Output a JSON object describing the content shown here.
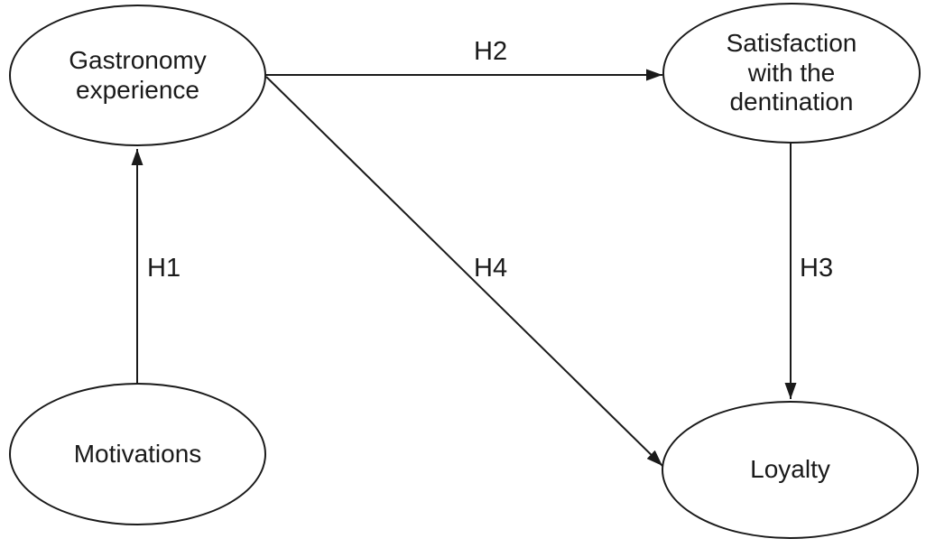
{
  "diagram": {
    "background_color": "#ffffff",
    "stroke_color": "#1a1a1a",
    "text_color": "#1a1a1a",
    "nodes": [
      {
        "id": "gastronomy",
        "label": "Gastronomy experience",
        "lines": [
          "Gastronomy",
          "experience"
        ]
      },
      {
        "id": "satisfaction",
        "label": "Satisfaction with the dentination",
        "lines": [
          "Satisfaction",
          "with the",
          "dentination"
        ]
      },
      {
        "id": "motivations",
        "label": "Motivations",
        "lines": [
          "Motivations"
        ]
      },
      {
        "id": "loyalty",
        "label": "Loyalty",
        "lines": [
          "Loyalty"
        ]
      }
    ],
    "edges": [
      {
        "id": "H1",
        "label": "H1",
        "from": "motivations",
        "to": "gastronomy",
        "direction": "up"
      },
      {
        "id": "H2",
        "label": "H2",
        "from": "gastronomy",
        "to": "satisfaction",
        "direction": "right"
      },
      {
        "id": "H3",
        "label": "H3",
        "from": "satisfaction",
        "to": "loyalty",
        "direction": "down"
      },
      {
        "id": "H4",
        "label": "H4",
        "from": "gastronomy",
        "to": "loyalty",
        "direction": "down-right"
      }
    ]
  }
}
